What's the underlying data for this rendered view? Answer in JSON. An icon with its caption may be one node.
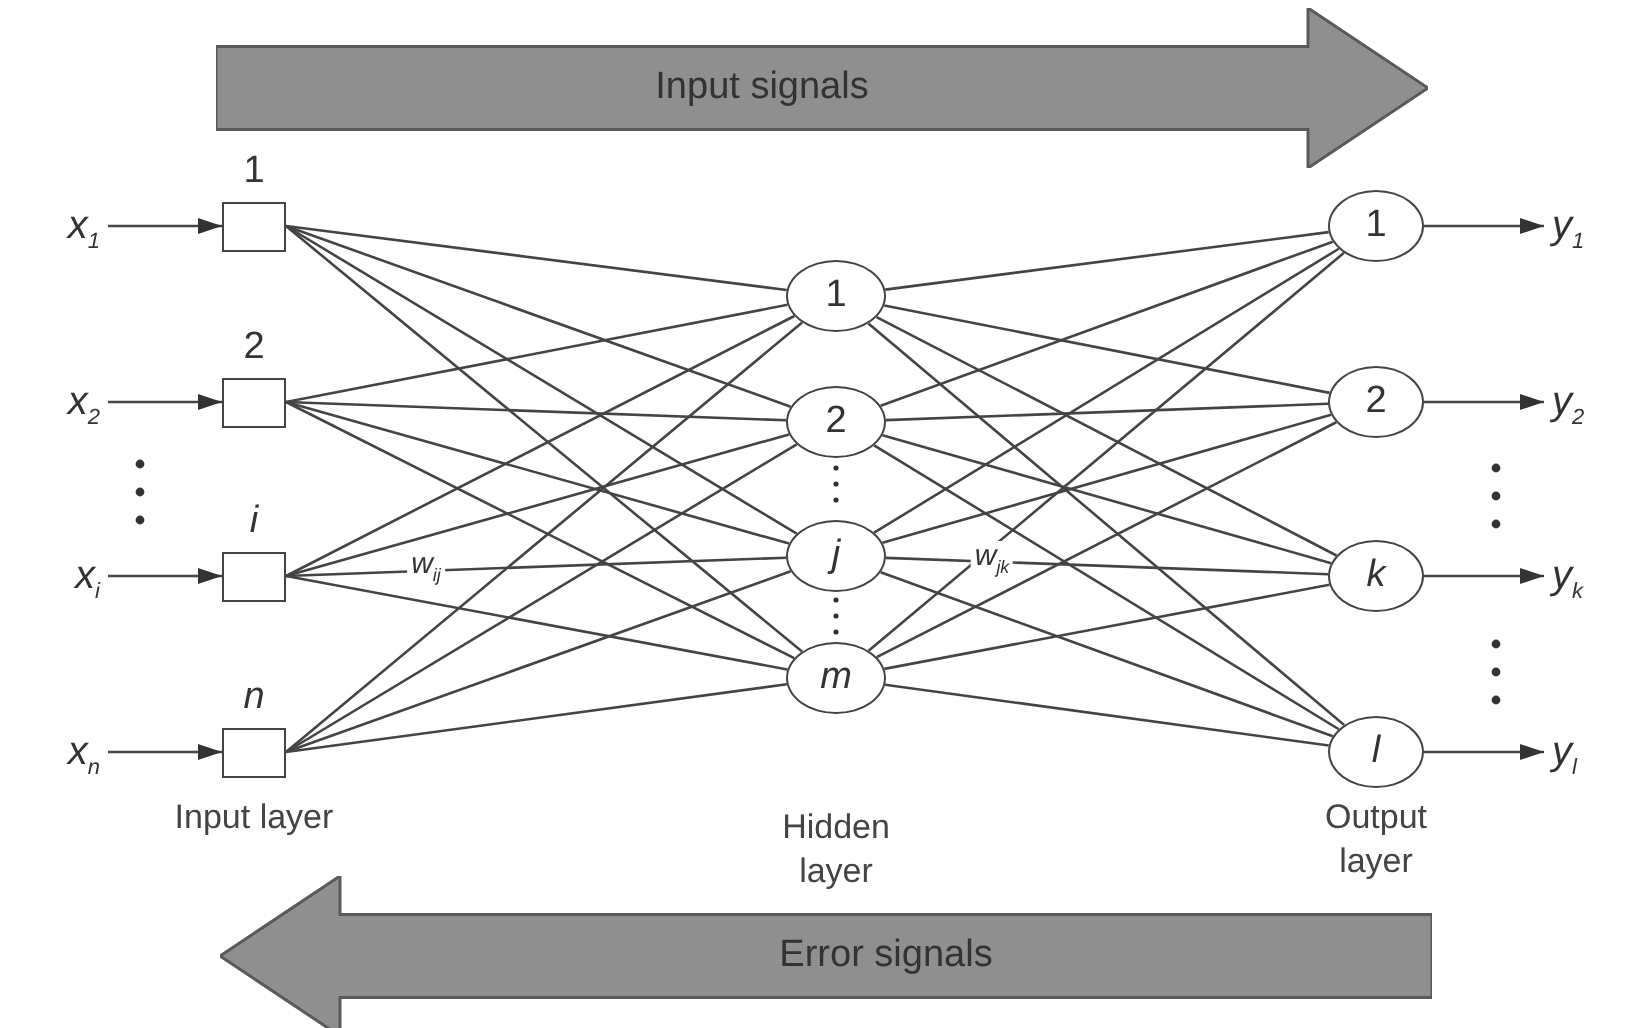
{
  "diagram": {
    "nodes": [
      {
        "text": [
          "x$_{1}$"
        ]
      },
      {
        "text": [
          "x$_{2}$"
        ]
      },
      {
        "text": [
          "x$_{i}$"
        ]
      },
      {
        "text": [
          "x$_{n}$"
        ]
      },
      {
        "text": [
          "1"
        ]
      },
      {
        "text": [
          "2"
        ]
      },
      {
        "text": [
          "i"
        ]
      },
      {
        "text": [
          "n"
        ]
      },
      {
        "text": [
          "1"
        ]
      },
      {
        "text": [
          "2"
        ]
      },
      {
        "text": [
          "j"
        ]
      },
      {
        "text": [
          "m"
        ]
      },
      {
        "text": [
          "1"
        ]
      },
      {
        "text": [
          "2"
        ]
      },
      {
        "text": [
          "k"
        ]
      },
      {
        "text": [
          "l"
        ]
      },
      {
        "text": [
          "y$_{1}$"
        ]
      },
      {
        "text": [
          "y$_{2}$"
        ]
      },
      {
        "text": [
          "y$_{k}$"
        ]
      },
      {
        "text": [
          "y$_{l}$"
        ]
      },
      {
        "text": [
          "Input signals"
        ]
      },
      {
        "text": [
          "Error signals"
        ]
      }
    ],
    "edges": [
      {
        "from": 0,
        "to": 4,
        "arrow": "to"
      },
      {
        "from": 1,
        "to": 5,
        "arrow": "to"
      },
      {
        "from": 2,
        "to": 6,
        "arrow": "to"
      },
      {
        "from": 3,
        "to": 7,
        "arrow": "to"
      },
      {
        "from": 4,
        "to": 8,
        "arrow": "none"
      },
      {
        "from": 4,
        "to": 9,
        "arrow": "none"
      },
      {
        "from": 4,
        "to": 10,
        "arrow": "none"
      },
      {
        "from": 4,
        "to": 11,
        "arrow": "none"
      },
      {
        "from": 5,
        "to": 8,
        "arrow": "none"
      },
      {
        "from": 5,
        "to": 9,
        "arrow": "none"
      },
      {
        "from": 5,
        "to": 10,
        "arrow": "none"
      },
      {
        "from": 5,
        "to": 11,
        "arrow": "none"
      },
      {
        "from": 6,
        "to": 8,
        "arrow": "none"
      },
      {
        "from": 6,
        "to": 9,
        "arrow": "none"
      },
      {
        "from": 6,
        "to": 10,
        "arrow": "none",
        "label": "w$_{ij}$"
      },
      {
        "from": 6,
        "to": 11,
        "arrow": "none"
      },
      {
        "from": 7,
        "to": 8,
        "arrow": "none"
      },
      {
        "from": 7,
        "to": 9,
        "arrow": "none"
      },
      {
        "from": 7,
        "to": 10,
        "arrow": "none"
      },
      {
        "from": 7,
        "to": 11,
        "arrow": "none"
      },
      {
        "from": 8,
        "to": 12,
        "arrow": "none"
      },
      {
        "from": 8,
        "to": 13,
        "arrow": "none"
      },
      {
        "from": 8,
        "to": 14,
        "arrow": "none"
      },
      {
        "from": 8,
        "to": 15,
        "arrow": "none"
      },
      {
        "from": 9,
        "to": 12,
        "arrow": "none"
      },
      {
        "from": 9,
        "to": 13,
        "arrow": "none"
      },
      {
        "from": 9,
        "to": 14,
        "arrow": "none"
      },
      {
        "from": 9,
        "to": 15,
        "arrow": "none"
      },
      {
        "from": 10,
        "to": 12,
        "arrow": "none"
      },
      {
        "from": 10,
        "to": 13,
        "arrow": "none"
      },
      {
        "from": 10,
        "to": 14,
        "arrow": "none",
        "label": "w$_{jk}$"
      },
      {
        "from": 10,
        "to": 15,
        "arrow": "none"
      },
      {
        "from": 11,
        "to": 12,
        "arrow": "none"
      },
      {
        "from": 11,
        "to": 13,
        "arrow": "none"
      },
      {
        "from": 11,
        "to": 14,
        "arrow": "none"
      },
      {
        "from": 11,
        "to": 15,
        "arrow": "none"
      },
      {
        "from": 12,
        "to": 16,
        "arrow": "to"
      },
      {
        "from": 13,
        "to": 17,
        "arrow": "to"
      },
      {
        "from": 14,
        "to": 18,
        "arrow": "to"
      },
      {
        "from": 15,
        "to": 19,
        "arrow": "to"
      }
    ],
    "labels": [
      "Input layer",
      "Hidden layer",
      "Output layer"
    ]
  }
}
